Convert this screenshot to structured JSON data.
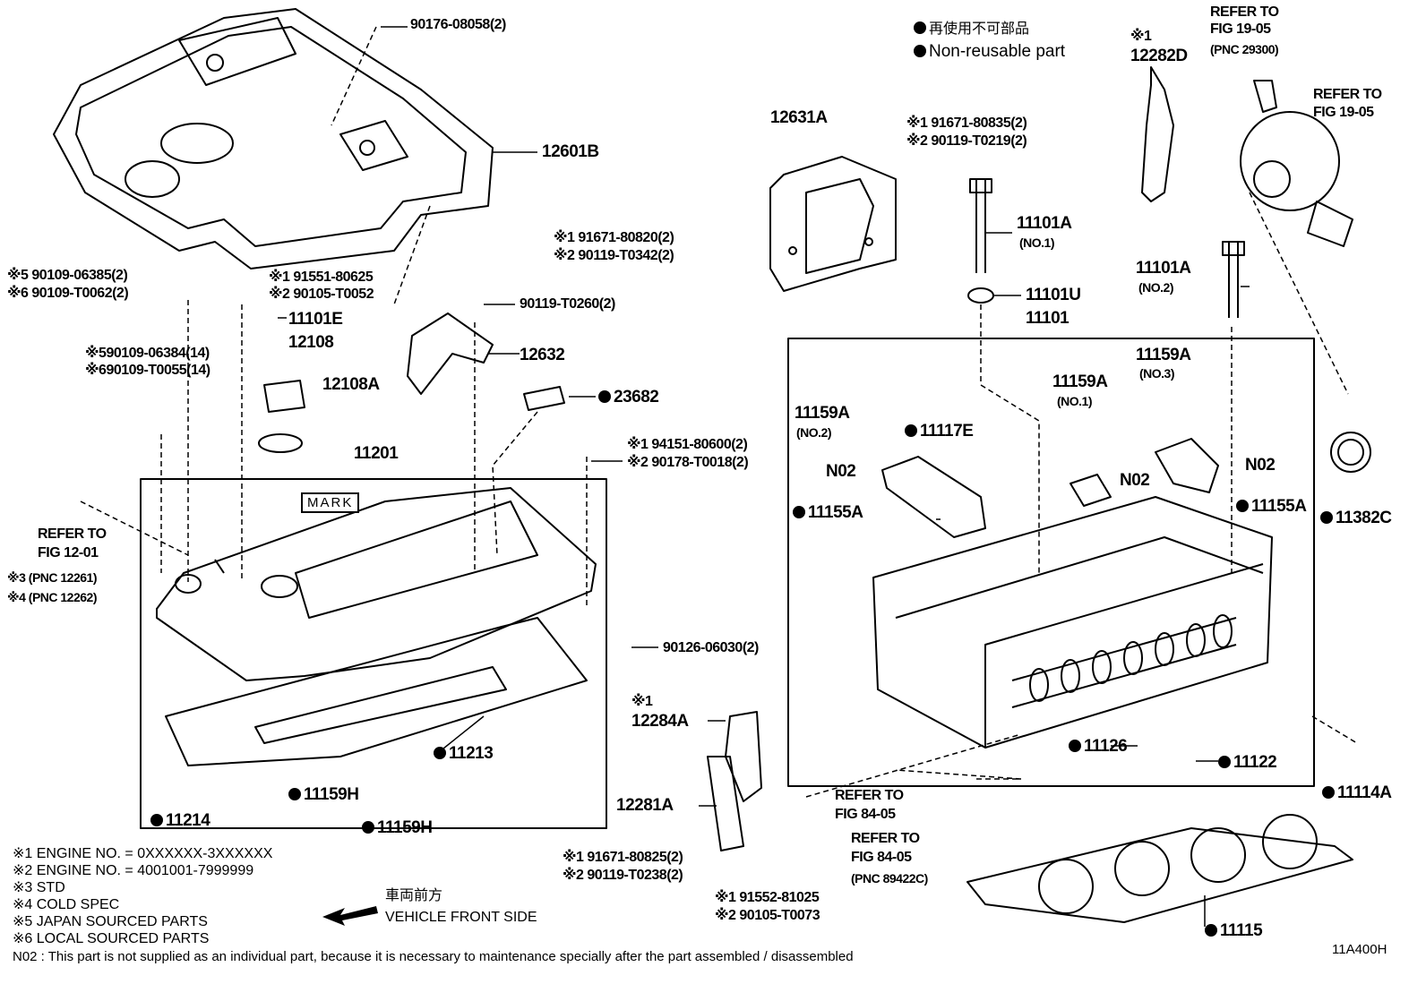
{
  "legend": {
    "jp_label": "再使用不可部品",
    "en_label": "Non-reusable part"
  },
  "labels": {
    "p90176": "90176-08058(2)",
    "p12601b": "12601B",
    "p12631a": "12631A",
    "p12282d_note": "※1",
    "p12282d": "12282D",
    "refer_top_1": "REFER TO",
    "refer_top_2": "FIG 19-05",
    "refer_top_3": "(PNC 29300)",
    "refer_right_1": "REFER TO",
    "refer_right_2": "FIG 19-05",
    "bolt_top_1": "※1 91671-80835(2)",
    "bolt_top_2": "※2 90119-T0219(2)",
    "bolt_mid_1": "※1 91671-80820(2)",
    "bolt_mid_2": "※2 90119-T0342(2)",
    "p11101a_1": "11101A",
    "p11101a_1_sub": "(NO.1)",
    "p11101a_2": "11101A",
    "p11101a_2_sub": "(NO.2)",
    "p11101u": "11101U",
    "p11101": "11101",
    "left_bolt_1": "※5 90109-06385(2)",
    "left_bolt_2": "※6 90109-T0062(2)",
    "left_screw_1": "※1 91551-80625",
    "left_screw_2": "※2 90105-T0052",
    "p11101e": "11101E",
    "p12108": "12108",
    "p12108a": "12108A",
    "p90119_t0260": "90119-T0260(2)",
    "p12632": "12632",
    "left_bolt_3": "※590109-06384(14)",
    "left_bolt_4": "※690109-T0055(14)",
    "p23682": "23682",
    "nut_1": "※1 94151-80600(2)",
    "nut_2": "※2 90178-T0018(2)",
    "p11201": "11201",
    "mark": "MARK",
    "refer_left_1": "REFER TO",
    "refer_left_2": "FIG 12-01",
    "refer_left_3": "※3 (PNC 12261)",
    "refer_left_4": "※4 (PNC 12262)",
    "p90126": "90126-06030(2)",
    "p11213": "11213",
    "p11159h_1": "11159H",
    "p11214": "11214",
    "p11159h_2": "11159H",
    "p11159a_no2": "11159A",
    "p11159a_no2_sub": "(NO.2)",
    "p11159a_no1": "11159A",
    "p11159a_no1_sub": "(NO.1)",
    "p11159a_no3": "11159A",
    "p11159a_no3_sub": "(NO.3)",
    "p11117e": "11117E",
    "n02_a": "N02",
    "n02_b": "N02",
    "n02_c": "N02",
    "p11155a_l": "11155A",
    "p11155a_r": "11155A",
    "p11382c": "11382C",
    "p12284a_note": "※1",
    "p12284a": "12284A",
    "p12281a": "12281A",
    "p11126": "11126",
    "p11122": "11122",
    "p11114a": "11114A",
    "refer_84_1a": "REFER TO",
    "refer_84_1b": "FIG 84-05",
    "refer_84_2a": "REFER TO",
    "refer_84_2b": "FIG 84-05",
    "refer_84_2c": "(PNC 89422C)",
    "bolt_low_1": "※1 91671-80825(2)",
    "bolt_low_2": "※2 90119-T0238(2)",
    "screw_low_1": "※1 91552-81025",
    "screw_low_2": "※2 90105-T0073",
    "p11115": "11115"
  },
  "notes": {
    "n1": "※1  ENGINE NO. = 0XXXXXX-3XXXXXX",
    "n2": "※2  ENGINE NO. = 4001001-7999999",
    "n3": "※3  STD",
    "n4": "※4  COLD SPEC",
    "n5": "※5  JAPAN SOURCED PARTS",
    "n6": "※6  LOCAL SOURCED PARTS",
    "front_jp": "車両前方",
    "front_en": "VEHICLE FRONT SIDE",
    "n02_note": "N02 : This part is not supplied as an individual part, because it is necessary to maintenance specially after the part assembled / disassembled",
    "fig_id": "11A400H"
  }
}
